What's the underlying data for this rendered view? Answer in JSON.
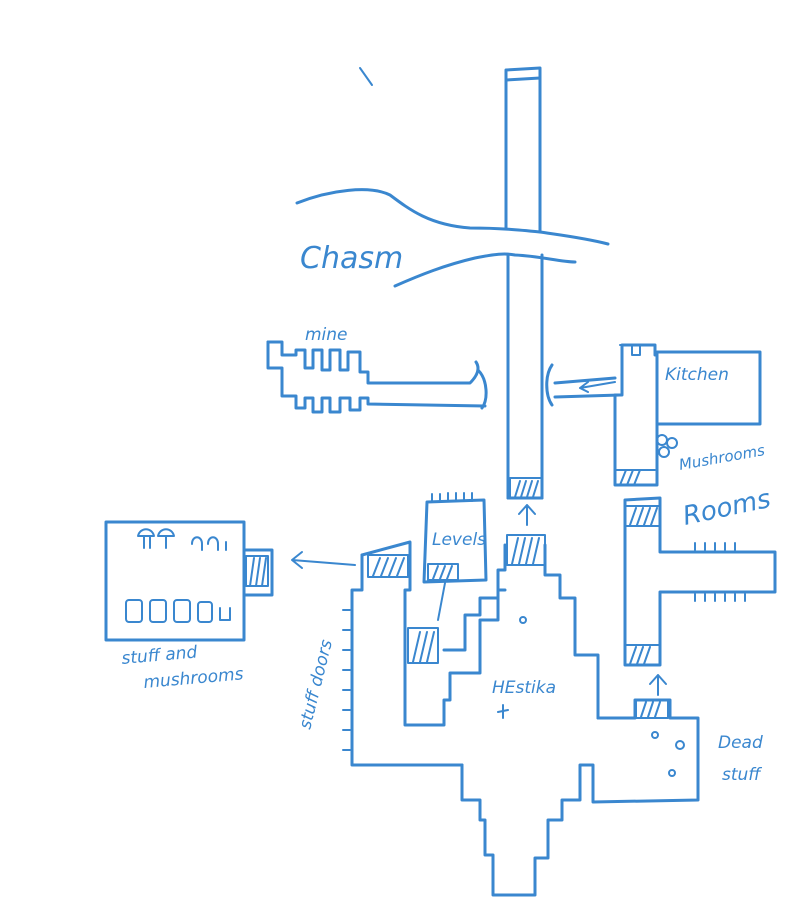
{
  "colors": {
    "ink": "#3a87cf",
    "background": "#ffffff"
  },
  "labels": {
    "chasm": "Chasm",
    "mine": "mine",
    "kitchen": "Kitchen",
    "mushrooms": "Mushrooms",
    "rooms": "Rooms",
    "levels": "Levels",
    "stuff_doors": "stuff doors",
    "stuff_and": "stuff and",
    "mushrooms_room": "mushrooms",
    "hestika": "HEstika",
    "dead": "Dead",
    "stuff": "stuff"
  },
  "icons": [
    "stair-icon",
    "up-arrow-icon",
    "left-arrow-icon",
    "mushroom-icon",
    "crate-icon",
    "dot-marker-icon"
  ]
}
